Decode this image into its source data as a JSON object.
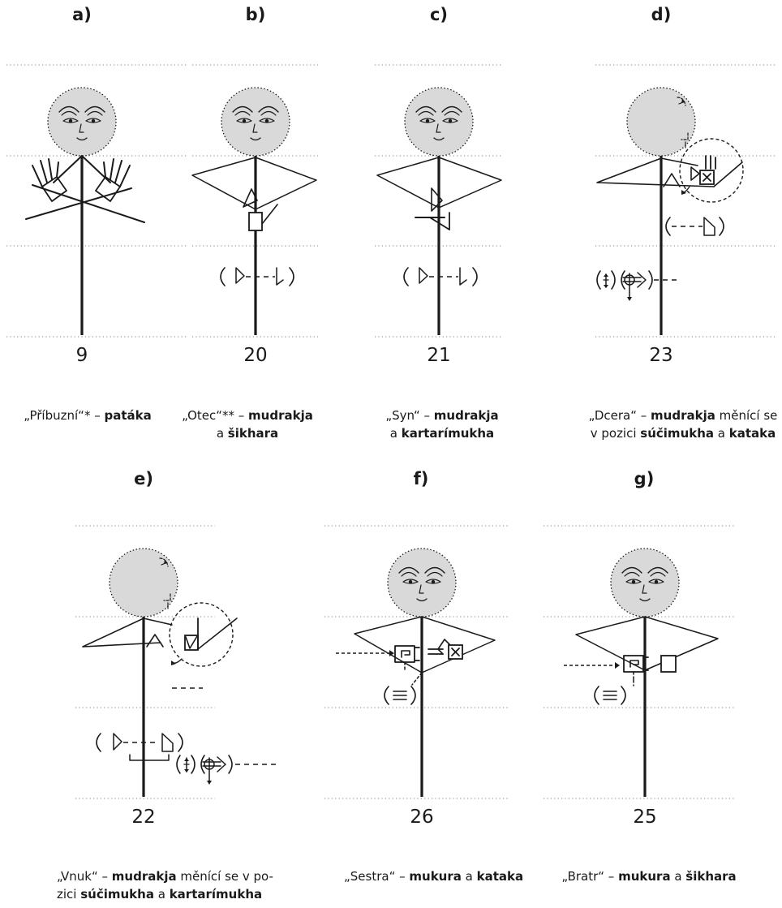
{
  "figures": [
    {
      "letter": "a)",
      "number": "9",
      "caption": [
        [
          {
            "t": "„Příbuzní“* – "
          },
          {
            "t": "patáka",
            "b": true
          }
        ]
      ]
    },
    {
      "letter": "b)",
      "number": "20",
      "caption": [
        [
          {
            "t": "„Otec“** – "
          },
          {
            "t": "mudrakja",
            "b": true
          }
        ],
        [
          {
            "t": "a "
          },
          {
            "t": "šikhara",
            "b": true
          }
        ]
      ]
    },
    {
      "letter": "c)",
      "number": "21",
      "caption": [
        [
          {
            "t": "„Syn“ – "
          },
          {
            "t": "mudrakja",
            "b": true
          }
        ],
        [
          {
            "t": "a "
          },
          {
            "t": "kartarímukha",
            "b": true
          }
        ]
      ]
    },
    {
      "letter": "d)",
      "number": "23",
      "caption": [
        [
          {
            "t": "„Dcera“ – "
          },
          {
            "t": "mudrakja",
            "b": true
          },
          {
            "t": " měnící se"
          }
        ],
        [
          {
            "t": "v pozici "
          },
          {
            "t": "súčimukha",
            "b": true
          },
          {
            "t": " a "
          },
          {
            "t": "kataka",
            "b": true
          }
        ]
      ]
    },
    {
      "letter": "e)",
      "number": "22",
      "caption": [
        [
          {
            "t": "„Vnuk“ – "
          },
          {
            "t": "mudrakja",
            "b": true
          },
          {
            "t": " měnící se v po-"
          }
        ],
        [
          {
            "t": "zici "
          },
          {
            "t": "súčimukha",
            "b": true
          },
          {
            "t": " a "
          },
          {
            "t": "kartarímukha",
            "b": true
          }
        ]
      ]
    },
    {
      "letter": "f)",
      "number": "26",
      "caption": [
        [
          {
            "t": "„Sestra“ – "
          },
          {
            "t": "mukura",
            "b": true
          },
          {
            "t": " a "
          },
          {
            "t": "kataka",
            "b": true
          }
        ]
      ]
    },
    {
      "letter": "g)",
      "number": "25",
      "caption": [
        [
          {
            "t": "„Bratr“ – "
          },
          {
            "t": "mukura",
            "b": true
          },
          {
            "t": " a "
          },
          {
            "t": "šikhara",
            "b": true
          }
        ]
      ]
    }
  ],
  "colors": {
    "face": "#d9d9d9",
    "ink": "#1a1a1a",
    "guide": "#9a9a9a"
  }
}
